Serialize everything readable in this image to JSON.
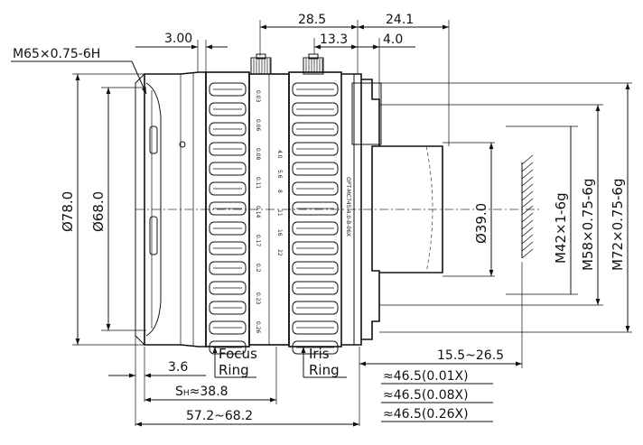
{
  "dimensions": {
    "top_28_5": "28.5",
    "top_24_1": "24.1",
    "top_3_00": "3.00",
    "top_13_3": "13.3",
    "top_4_0": "4.0",
    "thread_front": "M65×0.75-6H",
    "dia_78": "Ø78.0",
    "dia_68": "Ø68.0",
    "dia_39": "Ø39.0",
    "thread_m42": "M42×1-6g",
    "thread_m58": "M58×0.75-6g",
    "thread_m72": "M72×0.75-6g",
    "bottom_3_6": "3.6",
    "sh_prefix": "S",
    "sh_sub": "H",
    "sh_value": "≈38.8",
    "length": "57.2~68.2",
    "range": "15.5~26.5",
    "wd_1": "≈46.5(0.01X)",
    "wd_2": "≈46.5(0.08X)",
    "wd_3": "≈46.5(0.26X)"
  },
  "labels": {
    "focus_1": "Focus",
    "focus_2": "Ring",
    "iris_1": "Iris",
    "iris_2": "Ring"
  },
  "engraving": {
    "brand": "OPT-MC745-4.0-B-06X",
    "focus_scale": [
      "0.03",
      "0.06",
      "0.08",
      "0.11",
      "0.14",
      "0.17",
      "0.2",
      "0.23",
      "0.26"
    ],
    "iris_scale": [
      "4.0",
      "5.6",
      "8",
      "11",
      "16",
      "22"
    ]
  }
}
